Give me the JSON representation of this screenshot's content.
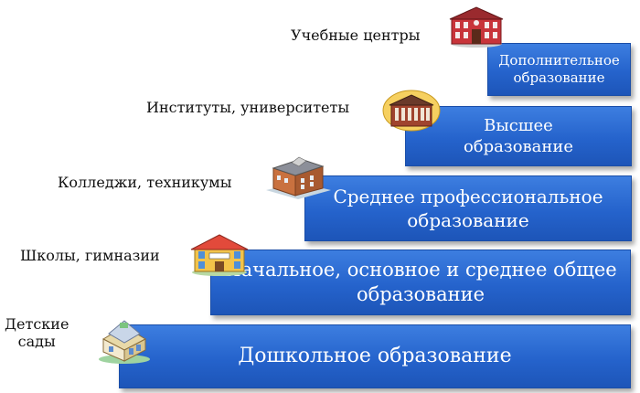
{
  "steps": [
    {
      "id": "preschool",
      "level_label": "Дошкольное образование",
      "institution_label": "Детские\nсады",
      "icon": "kindergarten-icon"
    },
    {
      "id": "general",
      "level_label": "Начальное, основное и среднее общее\nобразование",
      "institution_label": "Школы, гимназии",
      "icon": "school-icon"
    },
    {
      "id": "vocational",
      "level_label": "Среднее профессиональное\nобразование",
      "institution_label": "Колледжи, техникумы",
      "icon": "college-icon"
    },
    {
      "id": "higher",
      "level_label": "Высшее\nобразование",
      "institution_label": "Институты, университеты",
      "icon": "university-icon"
    },
    {
      "id": "additional",
      "level_label": "Дополнительное\nобразование",
      "institution_label": "Учебные центры",
      "icon": "training-center-icon"
    }
  ],
  "colors": {
    "step_fill": "#2563cc",
    "step_border": "#1a4ea8",
    "step_text": "#ffffff",
    "label_text": "#111111"
  }
}
